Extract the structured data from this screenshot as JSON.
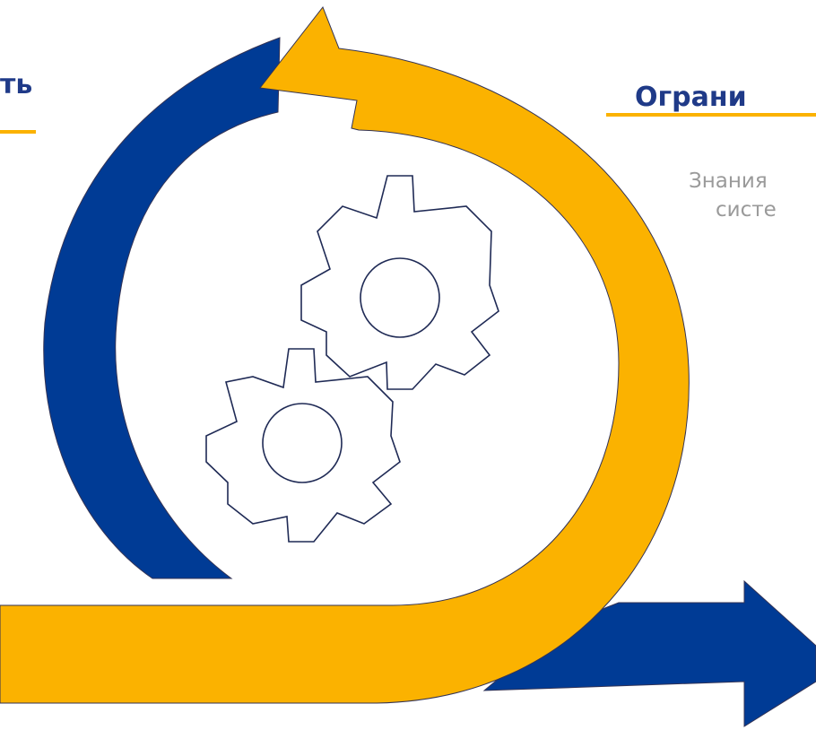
{
  "colors": {
    "blue": "#003b95",
    "gold": "#fbb200",
    "title": "#1f3a88",
    "text": "#9a9a9a",
    "outline": "#333355"
  },
  "labels": {
    "left_title": "ть",
    "right_title": "Ограни",
    "right_desc_line1": "Знания",
    "right_desc_line2": "систе"
  },
  "icons": {
    "center": "gears-icon"
  }
}
